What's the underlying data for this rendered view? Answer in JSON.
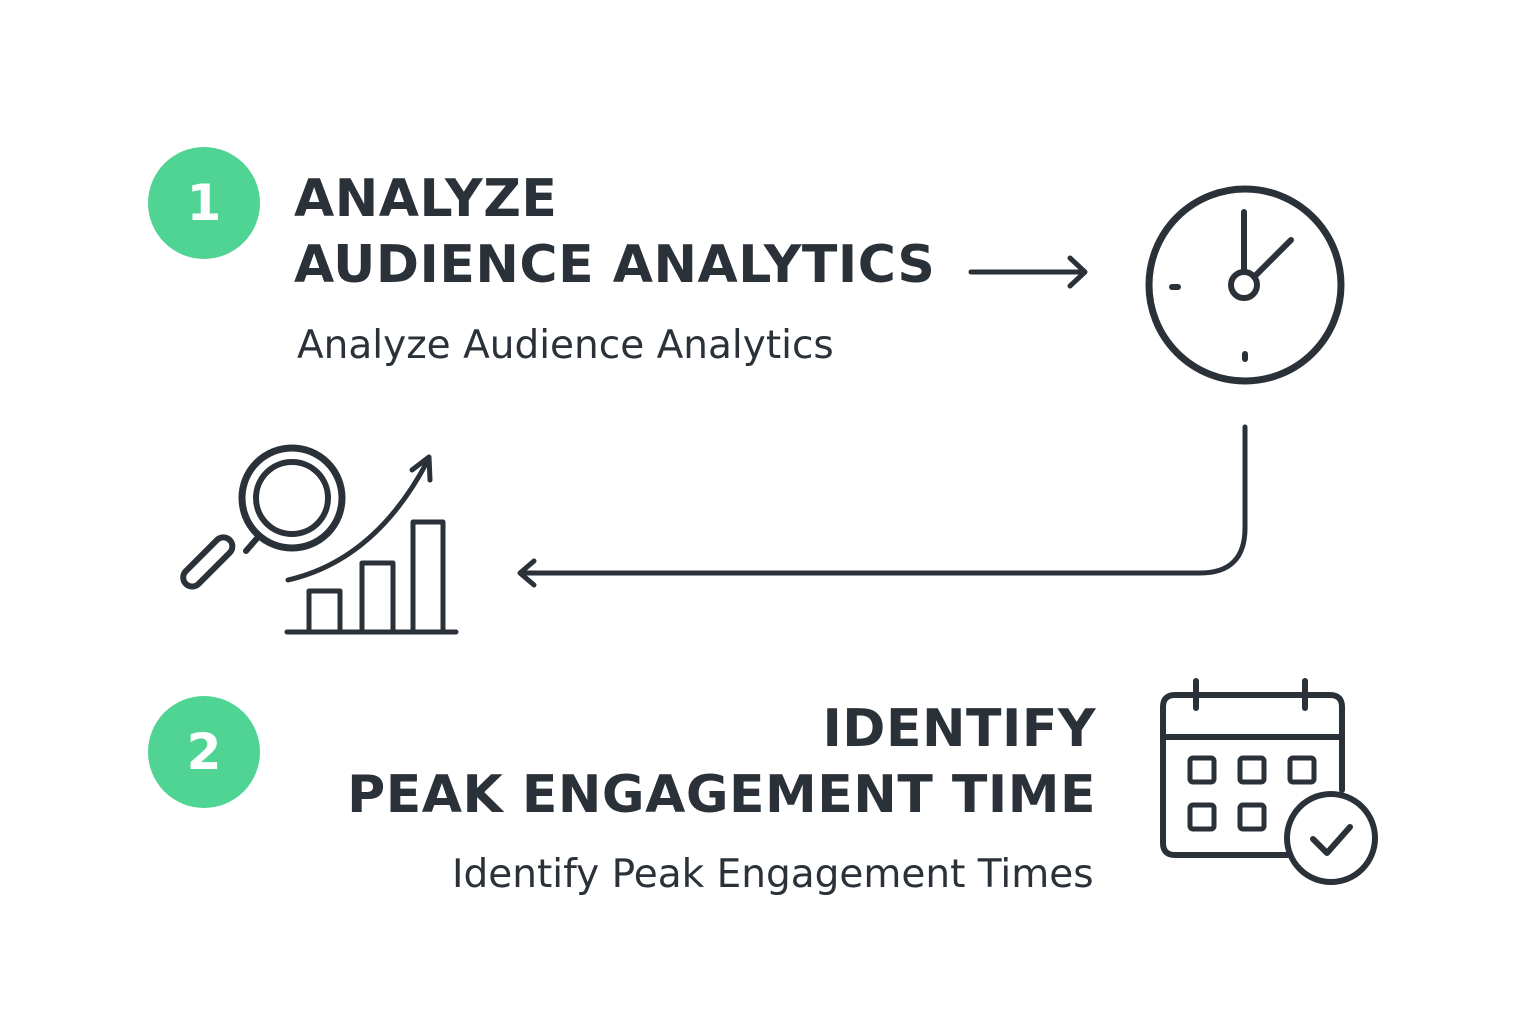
{
  "steps": [
    {
      "number": "1",
      "title_line1": "ANALYZE",
      "title_line2": "AUDIENCE ANALYTICS",
      "subtitle": "Analyze Audience Analytics"
    },
    {
      "number": "2",
      "title_line1": "IDENTIFY",
      "title_line2": "PEAK ENGAGEMENT TIME",
      "subtitle": "Identify Peak Engagement Times"
    }
  ],
  "icons": {
    "step1": "clock-icon",
    "analytics": "magnifier-growth-chart-icon",
    "step2": "calendar-check-icon"
  },
  "colors": {
    "badge": "#4fd494",
    "ink": "#2a3138",
    "background": "#ffffff"
  }
}
